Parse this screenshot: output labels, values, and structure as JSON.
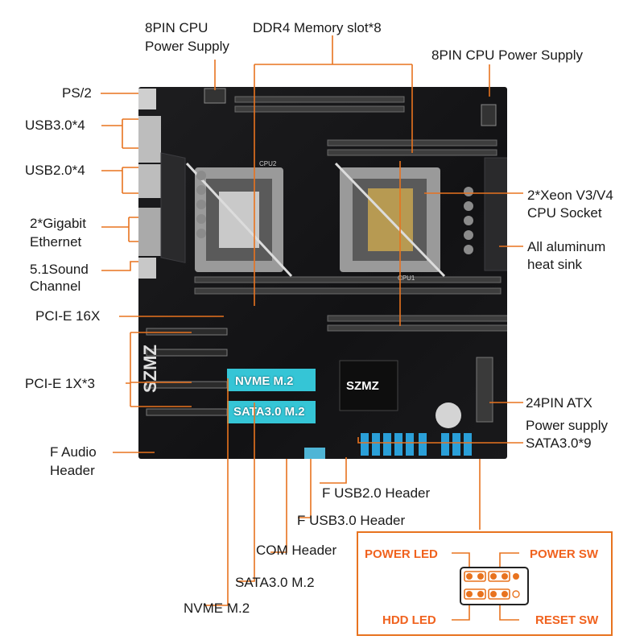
{
  "callouts": {
    "cpu_power_left": [
      "8PIN CPU",
      "Power Supply"
    ],
    "ddr4": "DDR4 Memory slot*8",
    "cpu_power_right": "8PIN CPU Power Supply",
    "ps2": "PS/2",
    "usb3": "USB3.0*4",
    "usb2": "USB2.0*4",
    "ethernet": [
      "2*Gigabit",
      "Ethernet"
    ],
    "sound": [
      "5.1Sound",
      "Channel"
    ],
    "pcie16": "PCI-E 16X",
    "pcie1": "PCI-E 1X*3",
    "faudio": [
      "F Audio",
      "Header"
    ],
    "xeon": [
      "2*Xeon V3/V4",
      "CPU Socket"
    ],
    "heatsink": [
      "All aluminum",
      "heat sink"
    ],
    "atx": [
      "24PIN ATX",
      "Power supply"
    ],
    "sata9": "SATA3.0*9",
    "fusb2": "F USB2.0 Header",
    "fusb3": "F USB3.0 Header",
    "com": "COM Header",
    "sata_m2": "SATA3.0 M.2",
    "nvme": "NVME M.2"
  },
  "board": {
    "nvme_slot": "NVME M.2",
    "sata_slot": "SATA3.0 M.2",
    "brand": "SZMZ",
    "chip_brand": "SZMZ",
    "cpu1": "CPU1",
    "cpu2": "CPU2"
  },
  "panel": {
    "power_led": "POWER LED",
    "power_sw": "POWER SW",
    "hdd_led": "HDD  LED",
    "reset_sw": "RESET SW"
  },
  "colors": {
    "accent": "#e8731f",
    "board": "#161618",
    "sata": "#2a9fd8",
    "m2": "#35c5d6"
  }
}
